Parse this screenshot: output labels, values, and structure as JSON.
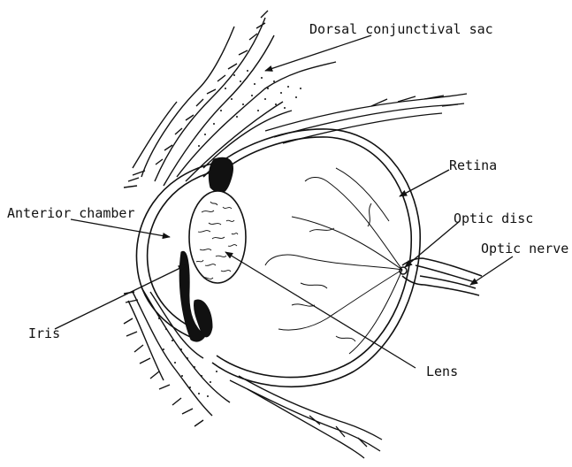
{
  "labels": {
    "dorsal_sac": "Dorsal conjunctival sac",
    "retina": "Retina",
    "anterior_chamber": "Anterior chamber",
    "optic_disc": "Optic disc",
    "optic_nerve": "Optic nerve",
    "iris": "Iris",
    "lens": "Lens"
  },
  "colors": {
    "ink": "#111111",
    "paper": "#ffffff"
  }
}
